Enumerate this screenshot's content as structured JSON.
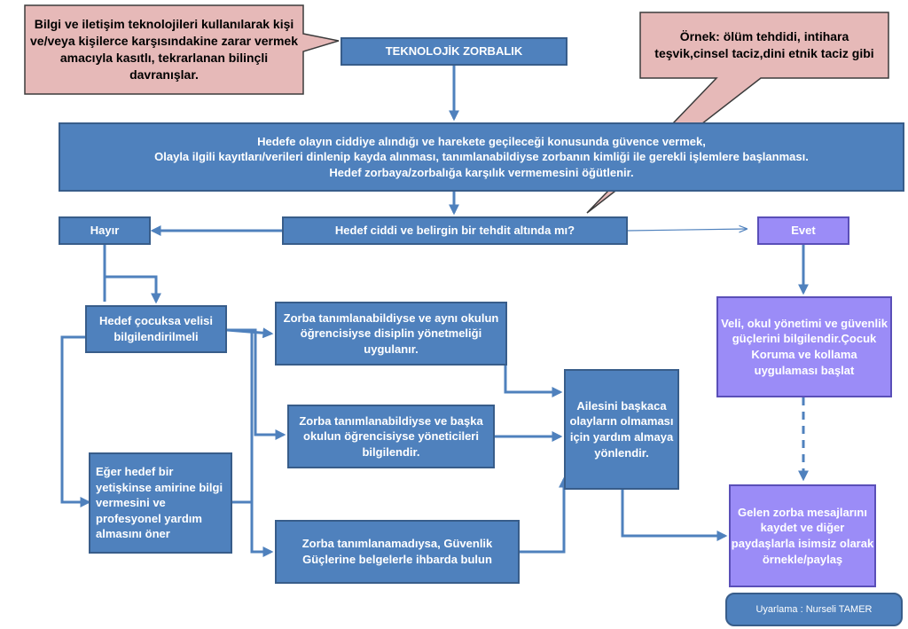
{
  "callout_left": "Bilgi ve iletişim teknolojileri kullanılarak kişi ve/veya kişilerce karşısındakine zarar vermek amacıyla kasıtlı, tekrarlanan bilinçli davranışlar.",
  "callout_right": "Örnek: ölüm tehdidi, intihara teşvik,cinsel taciz,dini etnik taciz gibi",
  "title": "TEKNOLOJİK ZORBALIK",
  "main_line1": "Hedefe olayın ciddiye alındığı  ve harekete geçileceği konusunda  güvence vermek,",
  "main_line2": "Olayla ilgili kayıtları/verileri  dinlenip kayda alınması, tanımlanabildiyse zorbanın kimliği ile gerekli işlemlere başlanması.",
  "main_line3": "Hedef zorbaya/zorbalığa  karşılık vermemesini öğütlenir.",
  "question": "Hedef ciddi ve belirgin bir tehdit altında mı?",
  "no_label": "Hayır",
  "yes_label": "Evet",
  "child_target": "Hedef çocuksa velisi bilgilendirilmeli",
  "adult_target": "Eğer  hedef bir yetişkinse amirine bilgi vermesini ve profesyonel  yardım almasını öner",
  "same_school": "Zorba tanımlanabildiyse ve aynı okulun öğrencisiyse disiplin yönetmeliği uygulanır.",
  "other_school": "Zorba tanımlanabildiyse ve başka okulun öğrencisiyse yöneticileri bilgilendir.",
  "unidentified": "Zorba tanımlanamadıysa, Güvenlik Güçlerine belgelerle ihbarda bulun",
  "family_help": "Ailesini başkaca olayların olmaması için yardım almaya yönlendir.",
  "yes_action": "Veli, okul yönetimi ve güvenlik güçlerini bilgilendir.Çocuk Koruma ve kollama uygulaması başlat",
  "save_messages": "Gelen zorba mesajlarını kaydet ve diğer paydaşlarla isimsiz olarak örnekle/paylaş",
  "footer": "Uyarlama : Nurseli TAMER",
  "colors": {
    "box_blue": "#4f81bd",
    "box_purple": "#9b8cf7",
    "callout_pink": "#e6b9b8"
  }
}
